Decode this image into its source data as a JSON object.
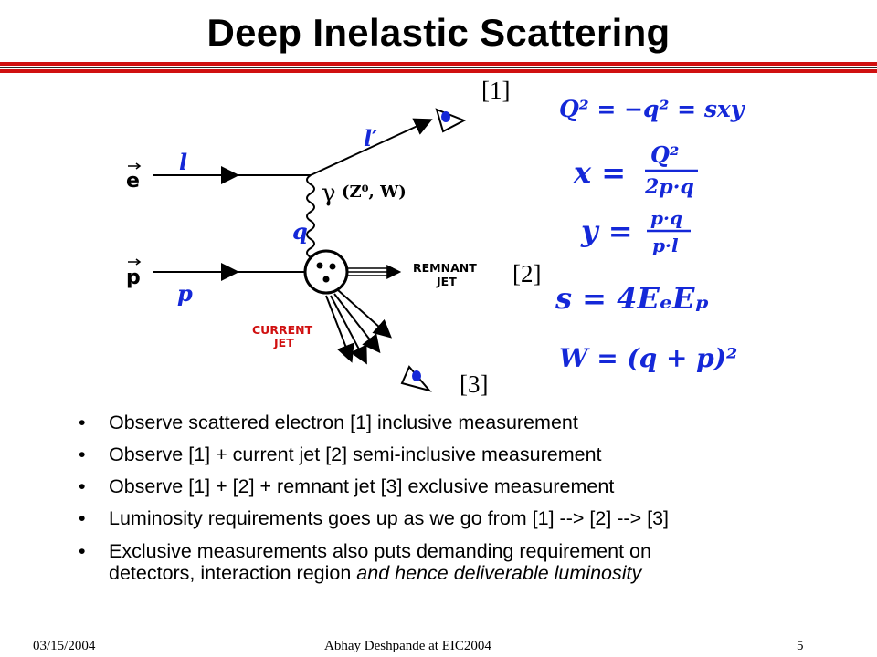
{
  "slide": {
    "title": "Deep Inelastic Scattering",
    "refs": {
      "r1": "[1]",
      "r2": "[2]",
      "r3": "[3]"
    },
    "diagram": {
      "electron": "e",
      "proton": "p",
      "l": "l",
      "l_prime": "l′",
      "gamma": "γ",
      "zw": "(Z⁰, W)",
      "q": "q",
      "p_label": "p",
      "remnant": "REMNANT",
      "remnant_jet": "JET",
      "current": "CURRENT",
      "current_jet": "JET"
    },
    "formulas": {
      "q2": "Q² = −q² = sxy",
      "x_lhs": "x =",
      "x_num": "Q²",
      "x_den": "2p·q",
      "y_lhs": "y =",
      "y_num": "p·q",
      "y_den": "p·l",
      "s": "s = 4EₑEₚ",
      "w": "W = (q + p)²"
    },
    "bullets": [
      "Observe scattered electron [1] inclusive measurement",
      "Observe [1] + current jet [2] semi-inclusive measurement",
      "Observe [1] + [2] + remnant jet [3] exclusive measurement",
      "Luminosity requirements goes up as we go from [1] --> [2] --> [3]"
    ],
    "bullet5": {
      "line1": "Exclusive measurements also puts demanding requirement on",
      "line2_normal": "detectors, interaction region ",
      "line2_italic": "and hence deliverable luminosity"
    },
    "footer": {
      "date": "03/15/2004",
      "center": "Abhay Deshpande at EIC2004",
      "page": "5"
    },
    "colors": {
      "accent_rule": "#d01010",
      "formula_blue": "#1428d8",
      "current_red": "#d01010"
    }
  }
}
